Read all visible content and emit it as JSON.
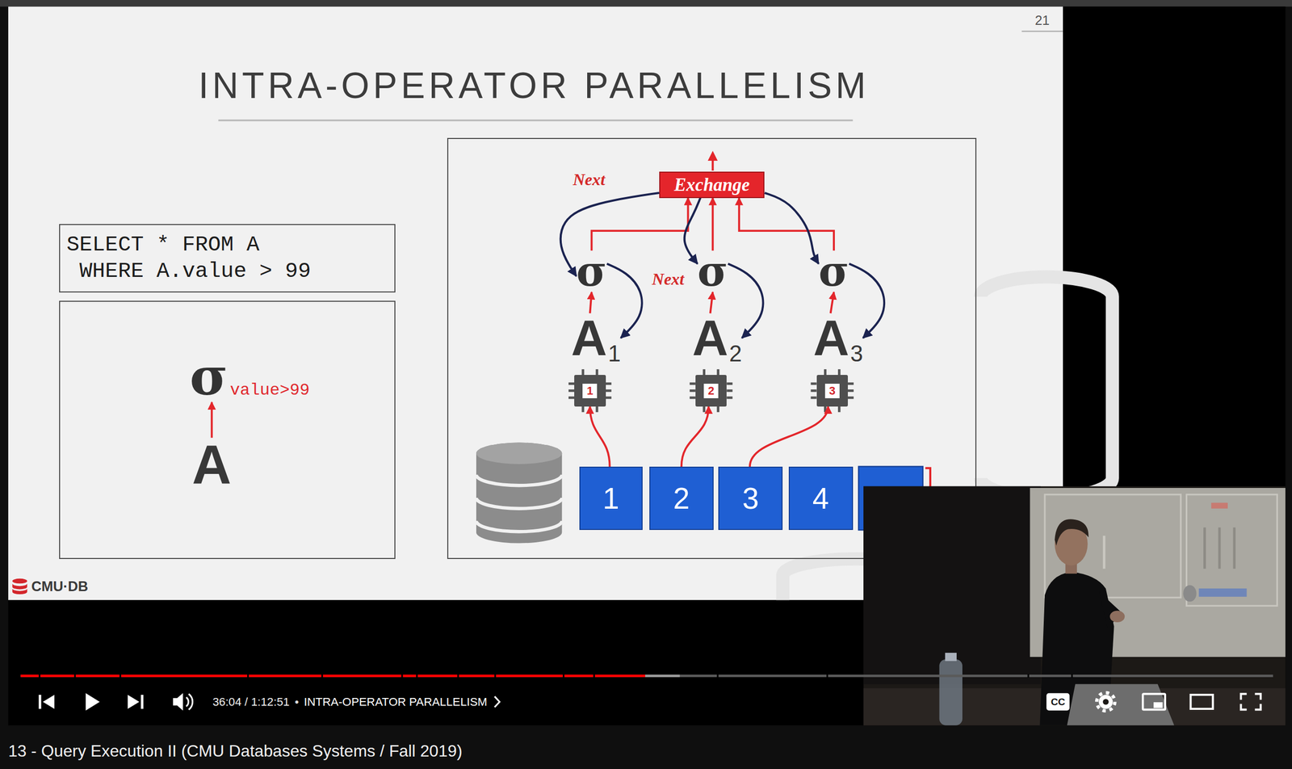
{
  "diagram": {
    "title": "INTRA-OPERATOR PARALLELISM",
    "caption": "13 - Query Execution II (CMU Databases Systems / Fall 2019)",
    "nodes": [
      {
        "text": [
          "SELECT * FROM A WHERE A.value > 99"
        ]
      },
      {
        "text": []
      },
      {
        "text": [
          "σ",
          "value>99"
        ],
        "in": 1
      },
      {
        "text": [
          "A"
        ],
        "in": 1
      },
      {
        "text": []
      },
      {
        "text": [
          "Exchange"
        ],
        "in": 4
      },
      {
        "text": [
          "σ"
        ],
        "in": 4
      },
      {
        "text": [
          "σ"
        ],
        "in": 4
      },
      {
        "text": [
          "σ"
        ],
        "in": 4
      },
      {
        "text": [
          "A",
          "1"
        ],
        "in": 4
      },
      {
        "text": [
          "A",
          "2"
        ],
        "in": 4
      },
      {
        "text": [
          "A",
          "3"
        ],
        "in": 4
      },
      {
        "text": [
          "1"
        ],
        "in": 4
      },
      {
        "text": [
          "2"
        ],
        "in": 4
      },
      {
        "text": [
          "3"
        ],
        "in": 4
      },
      {
        "text": [
          "1"
        ],
        "in": 4
      },
      {
        "text": [
          "2"
        ],
        "in": 4
      },
      {
        "text": [
          "3"
        ],
        "in": 4
      },
      {
        "text": [
          "4"
        ],
        "in": 4
      }
    ],
    "edges": [
      {
        "from": 3,
        "to": 2,
        "arrow": "to"
      },
      {
        "from": 9,
        "to": 6,
        "arrow": "to"
      },
      {
        "from": 10,
        "to": 7,
        "arrow": "to"
      },
      {
        "from": 11,
        "to": 8,
        "arrow": "to"
      },
      {
        "from": 6,
        "to": 5,
        "arrow": "to"
      },
      {
        "from": 7,
        "to": 5,
        "arrow": "to"
      },
      {
        "from": 8,
        "to": 5,
        "arrow": "to"
      },
      {
        "from": 15,
        "to": 12,
        "arrow": "to"
      },
      {
        "from": 16,
        "to": 13,
        "arrow": "to"
      },
      {
        "from": 17,
        "to": 14,
        "arrow": "to"
      },
      {
        "from": 5,
        "to": 6,
        "label": "Next",
        "arrow": "to"
      },
      {
        "from": 5,
        "to": 7,
        "arrow": "to"
      },
      {
        "from": 5,
        "to": 8,
        "arrow": "to"
      },
      {
        "from": 6,
        "to": 9,
        "label": "Next",
        "arrow": "to"
      },
      {
        "from": 7,
        "to": 10,
        "arrow": "to"
      },
      {
        "from": 8,
        "to": 11,
        "arrow": "to"
      }
    ],
    "labels": [
      "21",
      "CMU·DB",
      "36:04 / 1:12:51",
      "•",
      "INTRA-OPERATOR PARALLELISM",
      "CC"
    ]
  }
}
